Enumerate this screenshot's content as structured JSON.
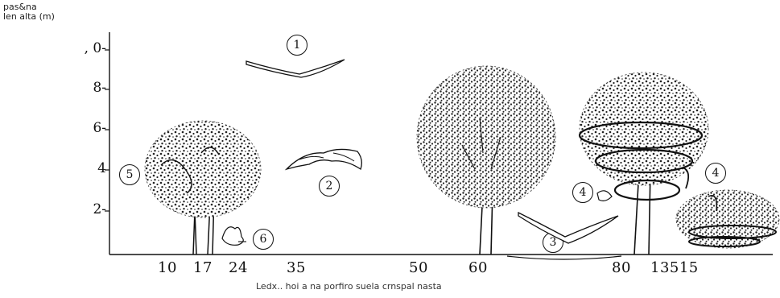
{
  "y_axis": {
    "label_line1": "pas&na",
    "label_line2": "len alta (m)",
    "ticks": [
      ", 0-",
      "8-",
      "6-",
      "4",
      "2-"
    ]
  },
  "x_axis": {
    "ticks": [
      "10",
      "17",
      "24",
      "35",
      "50",
      "60",
      "80",
      "13515"
    ],
    "label": "Ledx.. hoi a na porfiro suela crnspal nasta"
  },
  "markers": [
    "1",
    "2",
    "3",
    "4",
    "4",
    "5",
    "6"
  ],
  "colors": {
    "ink": "#111111",
    "foliage": "#222222",
    "background": "#ffffff"
  }
}
